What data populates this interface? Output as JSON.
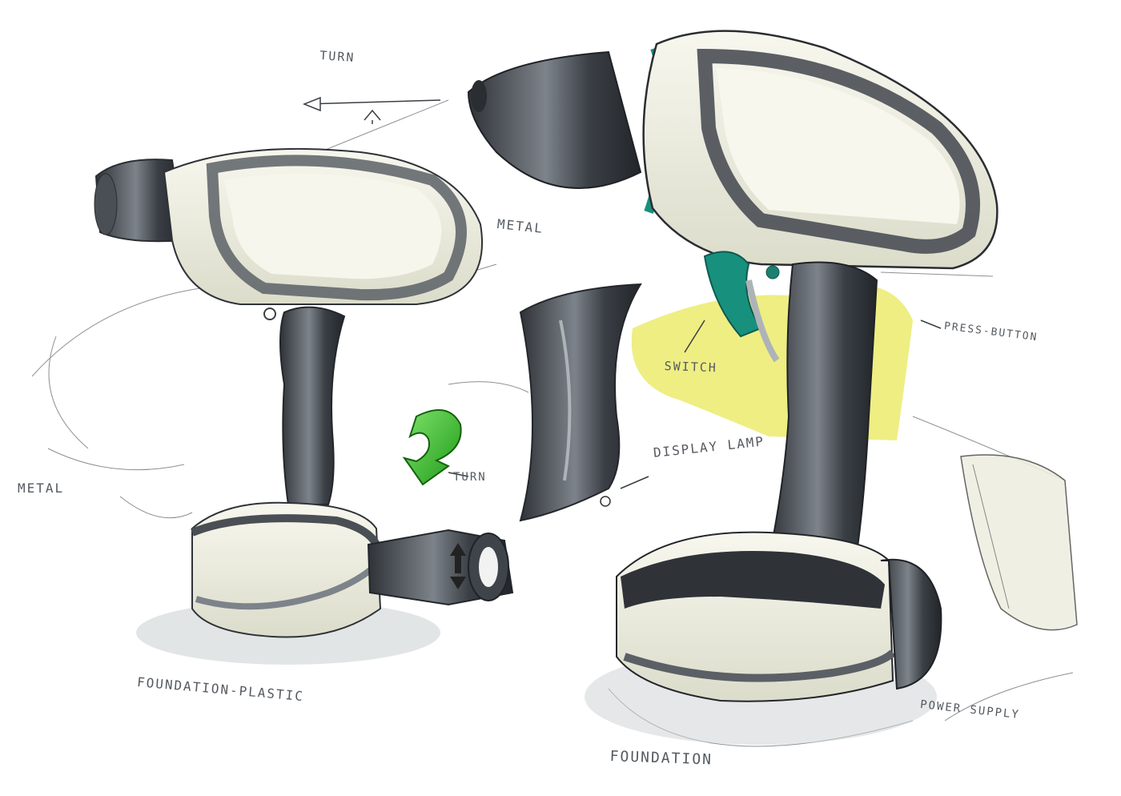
{
  "annotations": {
    "turn_top": "TURN",
    "metal_upper": "METAL",
    "metal_left": "METAL",
    "turn_green": "TURN",
    "switch": "SWITCH",
    "press_button": "PRESS-BUTTON",
    "display_lamp": "DISPLAY LAMP",
    "foundation_plastic": "FOUNDATION-PLASTIC",
    "foundation": "FOUNDATION",
    "power_supply": "POWER SUPPLY"
  },
  "colors": {
    "marker_dark": "#3d4249",
    "marker_mid": "#6b7078",
    "marker_light": "#9aa0a6",
    "body_cream": "#eeeee0",
    "accent_teal": "#18907e",
    "highlight_yellow": "#e8e85a",
    "arrow_green": "#3ec22a",
    "pencil": "#4a4e52"
  },
  "icons": [
    "turn-arrow-icon",
    "rotate-arrow-icon",
    "up-down-arrow-icon",
    "callout-arrow-icon"
  ]
}
